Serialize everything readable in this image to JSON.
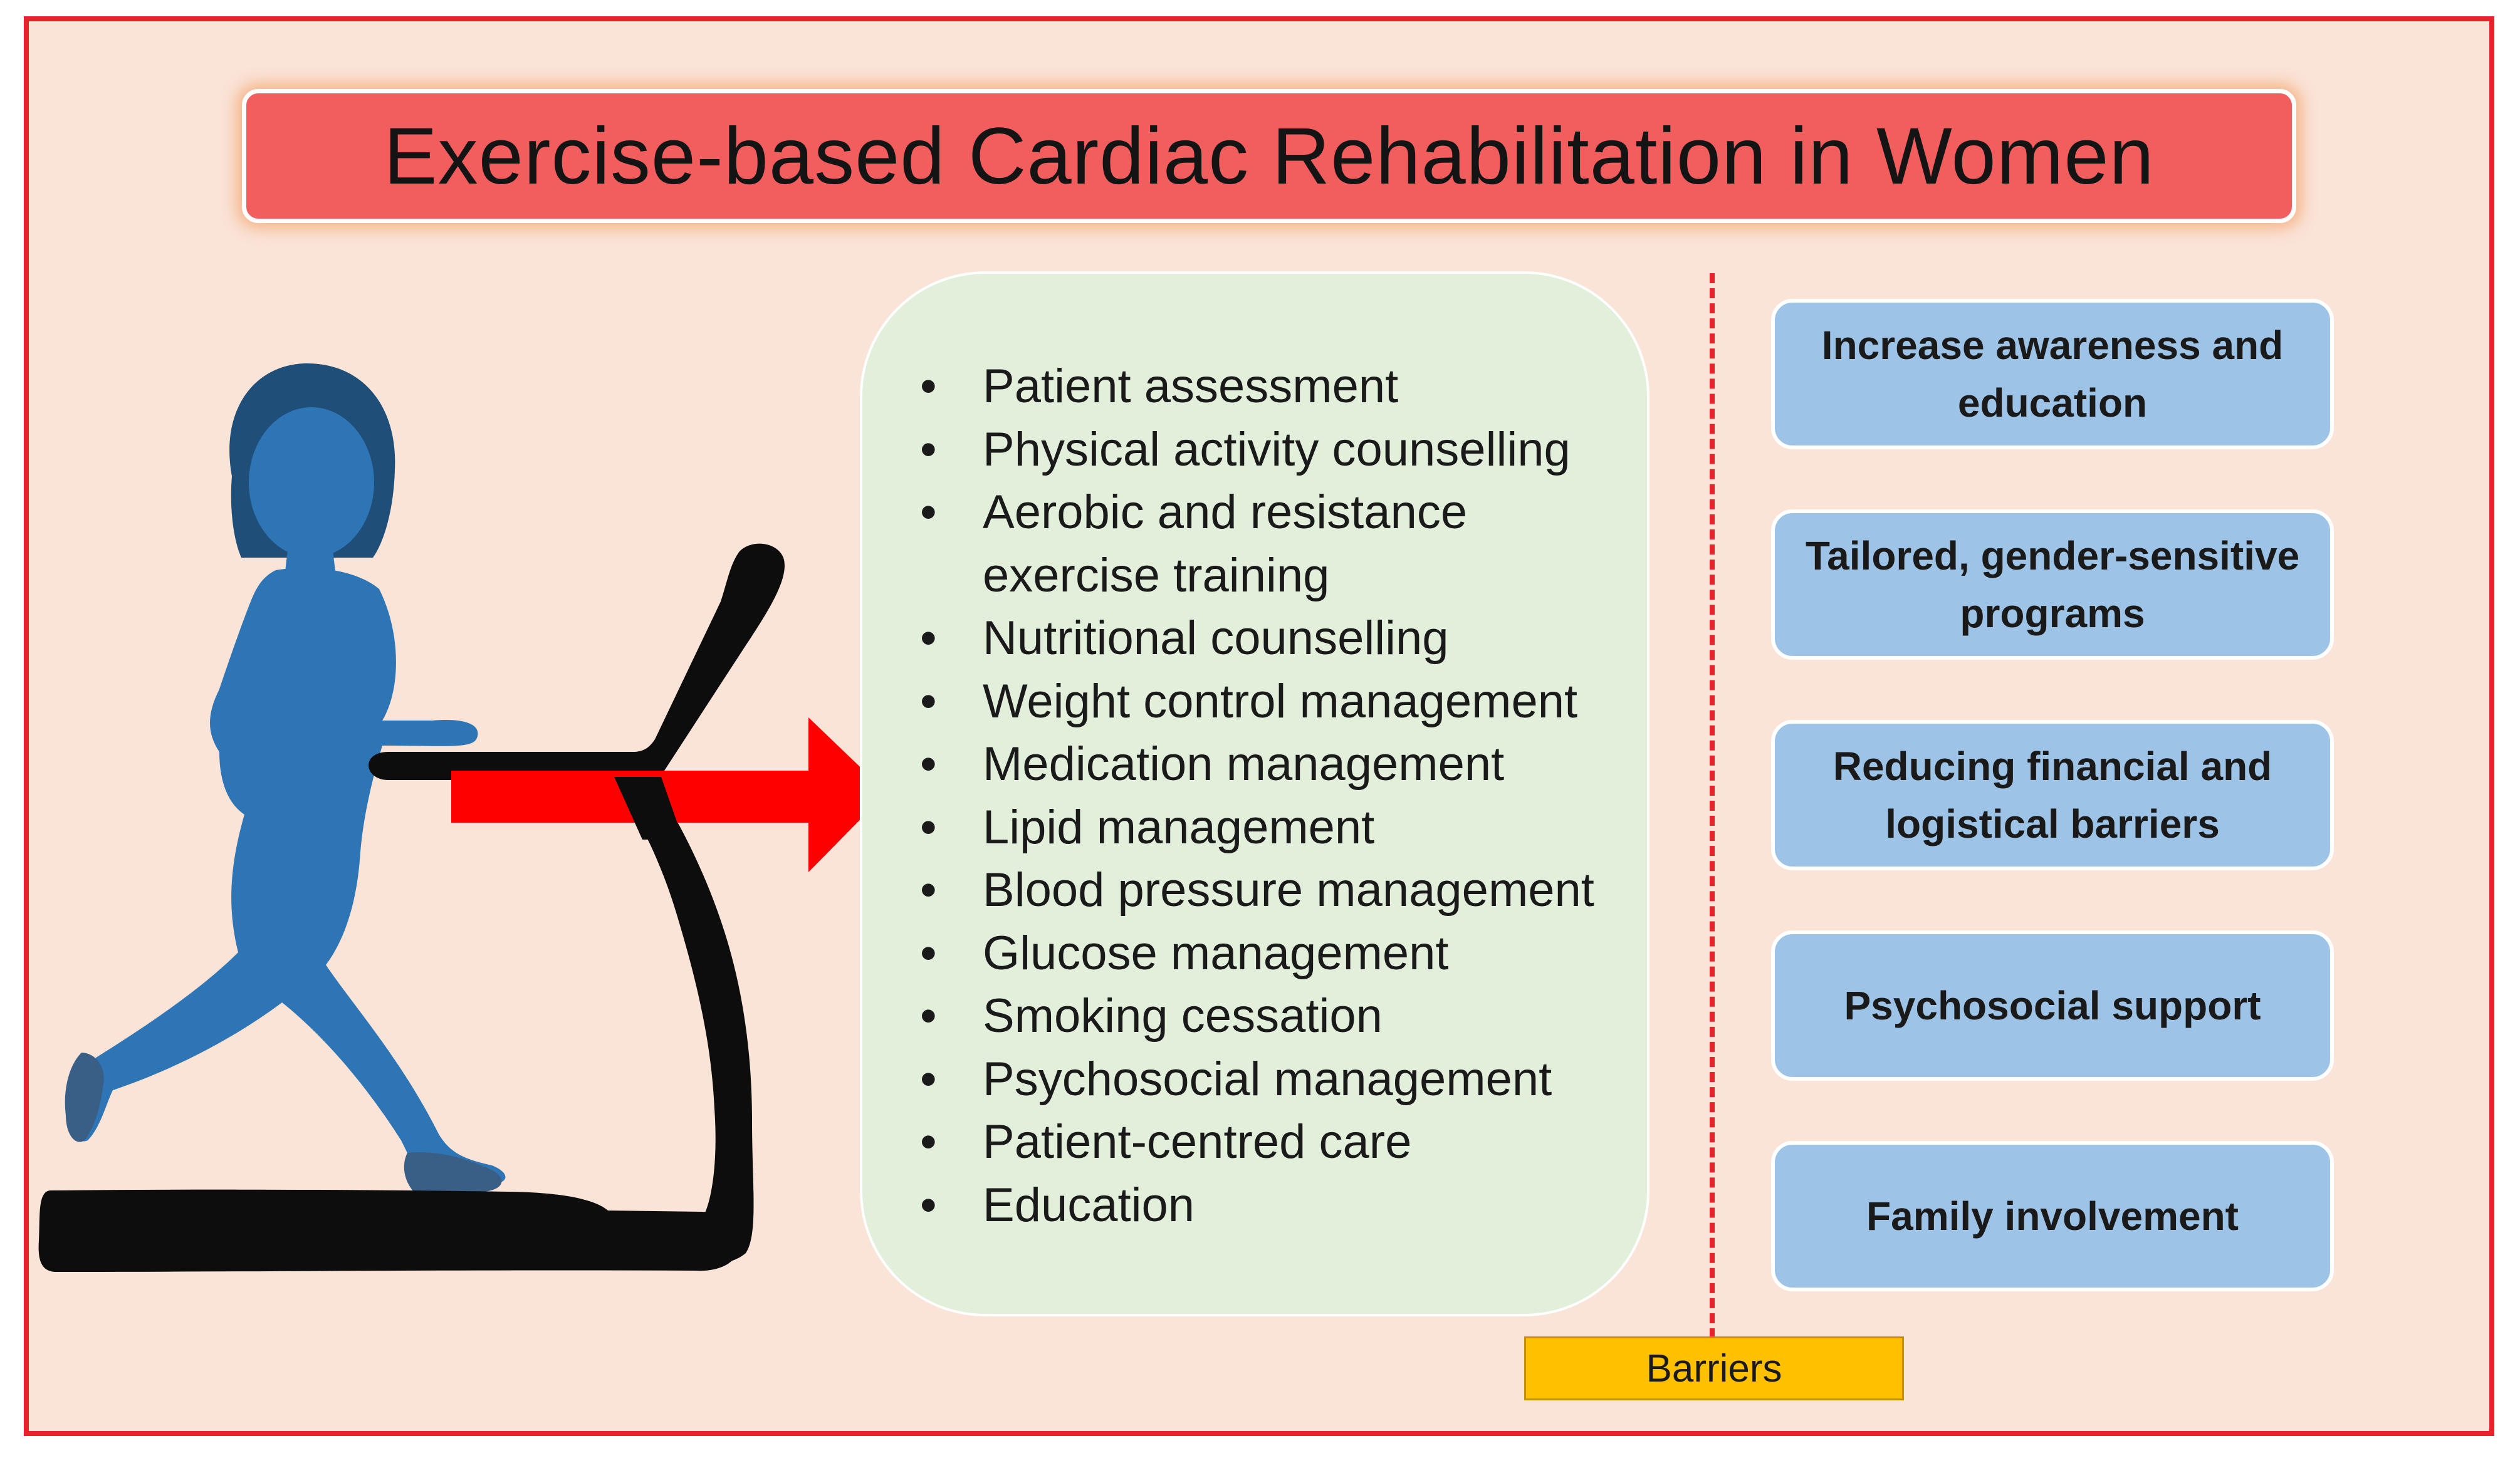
{
  "title": "Exercise-based Cardiac Rehabilitation in Women",
  "components": [
    "Patient assessment",
    "Physical activity counselling",
    "Aerobic and resistance\nexercise training",
    "Nutritional counselling",
    "Weight control management",
    "Medication management",
    "Lipid management",
    "Blood pressure management",
    "Glucose management",
    "Smoking cessation",
    "Psychosocial management",
    "Patient-centred care",
    "Education"
  ],
  "bullet_symbol": "•",
  "barrier_strategies": [
    "Increase awareness and education",
    "Tailored, gender-sensitive programs",
    "Reducing financial and logistical barriers",
    "Psychosocial support",
    "Family involvement"
  ],
  "barriers_label": "Barriers",
  "icons": {
    "woman": "woman-running-icon",
    "treadmill": "treadmill-icon",
    "arrow": "right-arrow-icon"
  },
  "colors": {
    "frame_border": "#e8222a",
    "background": "#fae3d7",
    "title_fill": "#f25d5e",
    "list_fill": "#e2efda",
    "strategy_fill": "#9dc3e6",
    "barriers_fill": "#ffc000",
    "arrow": "#ff0000",
    "figure_blue": "#2e75b6",
    "treadmill": "#0d0d0d"
  }
}
